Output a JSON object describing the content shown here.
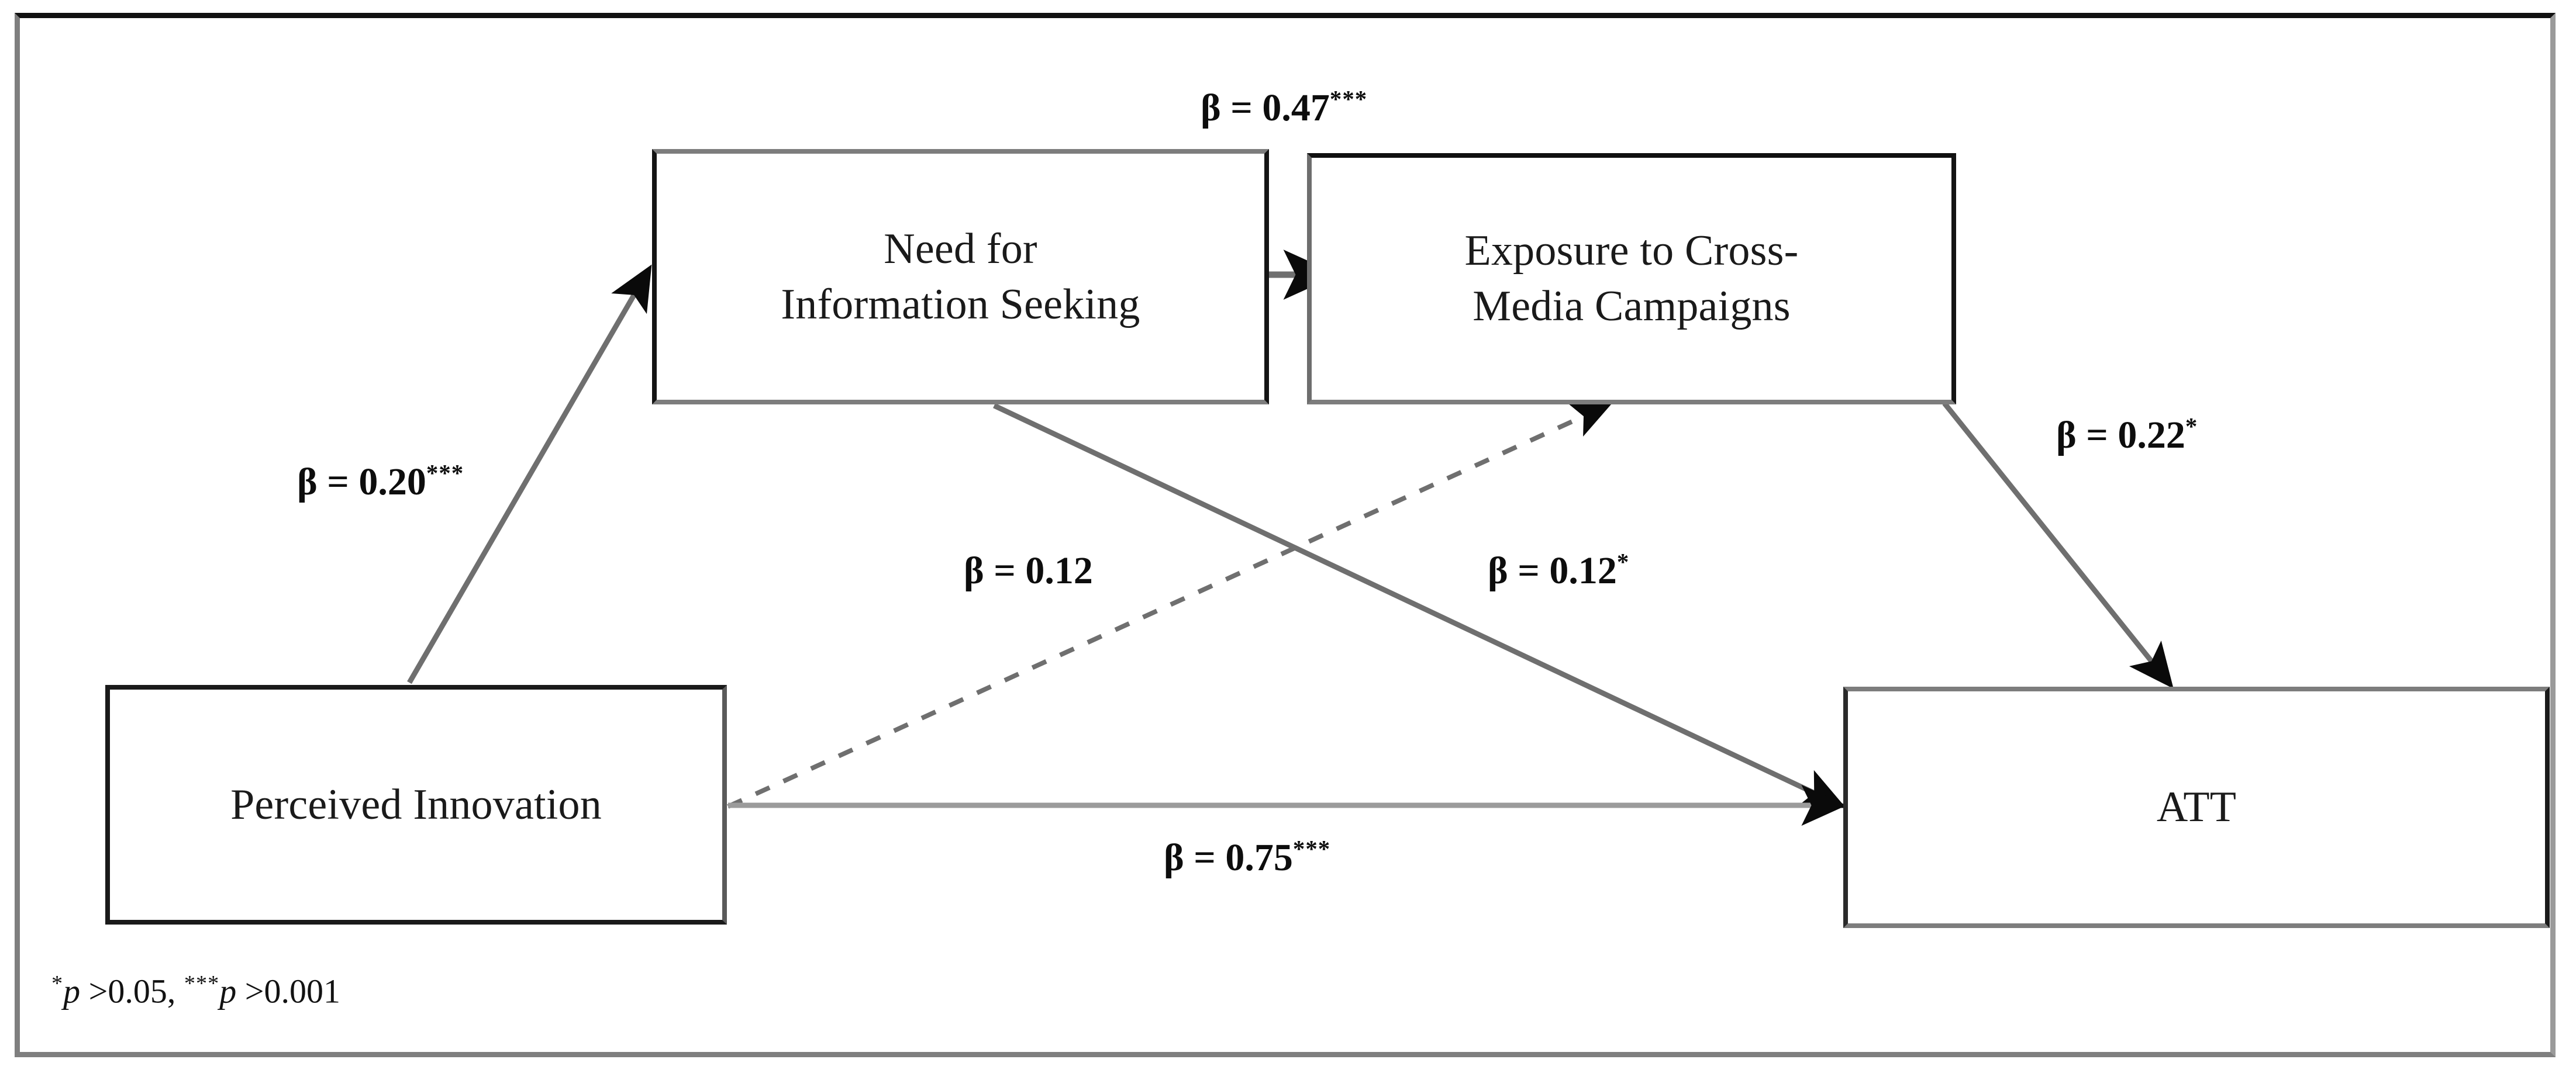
{
  "figure": {
    "type": "sem-path-diagram",
    "nodes": [
      {
        "id": "perceived-innovation",
        "label": "Perceived Innovation"
      },
      {
        "id": "need-for-information-seeking",
        "label": "Need for\nInformation Seeking"
      },
      {
        "id": "exposure-to-cross-media-campaigns",
        "label": "Exposure to Cross-\nMedia Campaigns"
      },
      {
        "id": "att",
        "label": "ATT"
      }
    ],
    "paths": [
      {
        "id": "pi-to-nfis",
        "from": "Perceived Innovation",
        "to": "Need for Information Seeking",
        "beta_prefix": "β = 0.20",
        "stars": "***",
        "style": "solid"
      },
      {
        "id": "nfis-to-exposure",
        "from": "Need for Information Seeking",
        "to": "Exposure to Cross-Media Campaigns",
        "beta_prefix": "β = 0.47",
        "stars": "***",
        "style": "solid"
      },
      {
        "id": "exposure-to-att",
        "from": "Exposure to Cross-Media Campaigns",
        "to": "ATT",
        "beta_prefix": "β = 0.22",
        "stars": "*",
        "style": "solid"
      },
      {
        "id": "pi-to-exposure",
        "from": "Perceived Innovation",
        "to": "Exposure to Cross-Media Campaigns",
        "beta_prefix": "β = 0.12",
        "stars": "",
        "style": "dashed"
      },
      {
        "id": "nfis-to-att",
        "from": "Need for Information Seeking",
        "to": "ATT",
        "beta_prefix": "β = 0.12",
        "stars": "*",
        "style": "solid"
      },
      {
        "id": "pi-to-att",
        "from": "Perceived Innovation",
        "to": "ATT",
        "beta_prefix": "β = 0.75",
        "stars": "***",
        "style": "solid"
      }
    ],
    "footnote": {
      "star1": "*",
      "text1_italic": "p",
      "text1": " >0.05, ",
      "star2": "***",
      "text2_italic": "p",
      "text2": " >0.001"
    },
    "colors": {
      "frame_border": "#7f7f7f",
      "node_border": "#7d7d7d",
      "node_fill": "#ffffff",
      "connector": "#6f6f6f",
      "arrowhead": "#0a0a0a",
      "text": "#111111",
      "background": "#ffffff"
    }
  }
}
